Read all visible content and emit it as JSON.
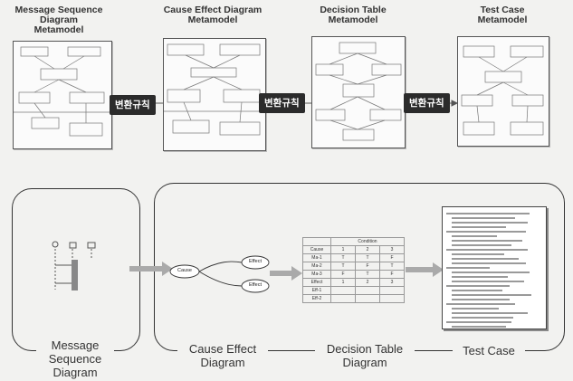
{
  "metamodels": [
    {
      "title_lines": [
        "Message Sequence",
        "Diagram",
        "Metamodel"
      ]
    },
    {
      "title_lines": [
        "Cause Effect Diagram",
        "Metamodel"
      ]
    },
    {
      "title_lines": [
        "Decision Table",
        "Metamodel"
      ]
    },
    {
      "title_lines": [
        "Test Case",
        "Metamodel"
      ]
    }
  ],
  "transform_rules": [
    "변환규칙",
    "변환규칙",
    "변환규칙"
  ],
  "diagrams": {
    "msd": {
      "label_lines": [
        "Message",
        "Sequence",
        "Diagram"
      ]
    },
    "ced": {
      "label_lines": [
        "Cause Effect",
        "Diagram"
      ],
      "cause": "Cause",
      "effects": [
        "Effect",
        "Effect"
      ]
    },
    "dt": {
      "label_lines": [
        "Decision Table",
        "Diagram"
      ],
      "header": "Condition",
      "rows": [
        [
          "Cause",
          "1",
          "2",
          "3"
        ],
        [
          "Ma-1",
          "T",
          "T",
          "F"
        ],
        [
          "Ma-2",
          "T",
          "F",
          "T"
        ],
        [
          "Ma-3",
          "F",
          "T",
          "F"
        ],
        [
          "Effect",
          "1",
          "2",
          "3"
        ],
        [
          "Eff-1",
          "",
          "",
          ""
        ],
        [
          "Eff-2",
          "",
          "",
          ""
        ]
      ]
    },
    "tc": {
      "label": "Test Case"
    }
  }
}
